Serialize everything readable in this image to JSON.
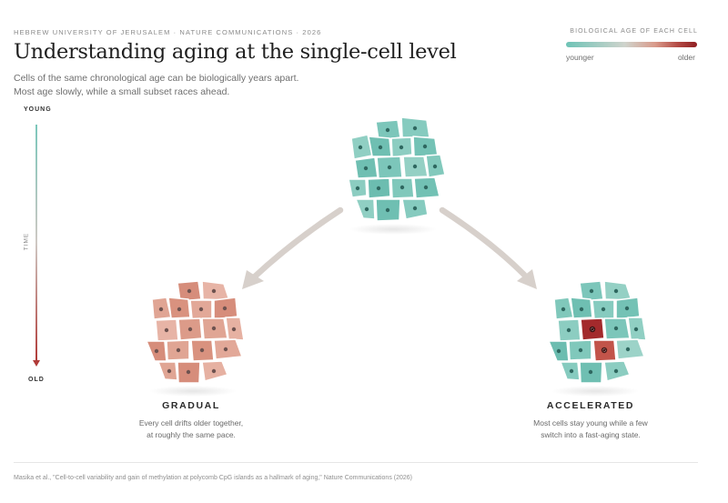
{
  "header": {
    "eyebrow": "HEBREW UNIVERSITY OF JERUSALEM · NATURE COMMUNICATIONS · 2026",
    "title": "Understanding aging at the single-cell level",
    "subtitle_line1": "Cells of the same chronological age can be biologically years apart.",
    "subtitle_line2": "Most age slowly, while a small subset races ahead."
  },
  "legend": {
    "title": "BIOLOGICAL AGE OF EACH CELL",
    "low_label": "younger",
    "high_label": "older",
    "colors": [
      "#6ec3b6",
      "#cfd3cc",
      "#d99a8a",
      "#b44b45",
      "#8f1e21"
    ]
  },
  "time_axis": {
    "top_label": "YOUNG",
    "mid_label": "TIME",
    "bottom_label": "OLD"
  },
  "outcomes": {
    "gradual": {
      "label": "GRADUAL",
      "desc_line1": "Every cell drifts older together,",
      "desc_line2": "at roughly the same pace."
    },
    "accelerated": {
      "label": "ACCELERATED",
      "desc_line1": "Most cells stay young while a few",
      "desc_line2": "switch into a fast-aging state."
    }
  },
  "colors": {
    "young_cell": "#7cc6ba",
    "gradual_cell": "#dea08f",
    "fast_aging_cell": "#a32a2c",
    "fast_aging_cell_2": "#c2544a",
    "arrow": "#d7d0cb"
  },
  "citation": "Masika et al., \"Cell-to-cell variability and gain of methylation at polycomb CpG islands as a hallmark of aging,\" Nature Communications (2026)"
}
